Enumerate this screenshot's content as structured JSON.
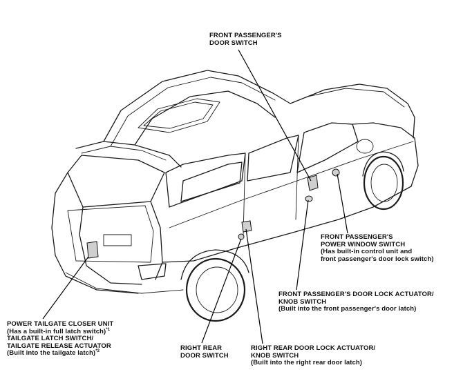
{
  "labels": {
    "front_passenger_door_switch": [
      "FRONT PASSENGER'S",
      "DOOR SWITCH"
    ],
    "power_window_switch": [
      "FRONT PASSENGER'S",
      "POWER WINDOW SWITCH",
      "(Has built-in control unit and",
      "front passenger's door lock switch)"
    ],
    "front_door_lock_actuator": [
      "FRONT PASSENGER'S DOOR LOCK ACTUATOR/",
      "KNOB SWITCH",
      "(Built into the front passenger's door latch)"
    ],
    "tailgate": {
      "line1": "POWER TAILGATE CLOSER UNIT",
      "line2": "(Has a built-in full latch switch)",
      "line2_note": "*1",
      "line3": "TAILGATE LATCH SWITCH/",
      "line4": "TAILGATE RELEASE ACTUATOR",
      "line5": "(Built into the tailgate latch)",
      "line5_note": "*2"
    },
    "right_rear_door_switch": [
      "RIGHT REAR",
      "DOOR SWITCH"
    ],
    "right_rear_door_lock_actuator": [
      "RIGHT REAR DOOR LOCK ACTUATOR/",
      "KNOB SWITCH",
      "(Built into the right rear door latch)"
    ]
  }
}
